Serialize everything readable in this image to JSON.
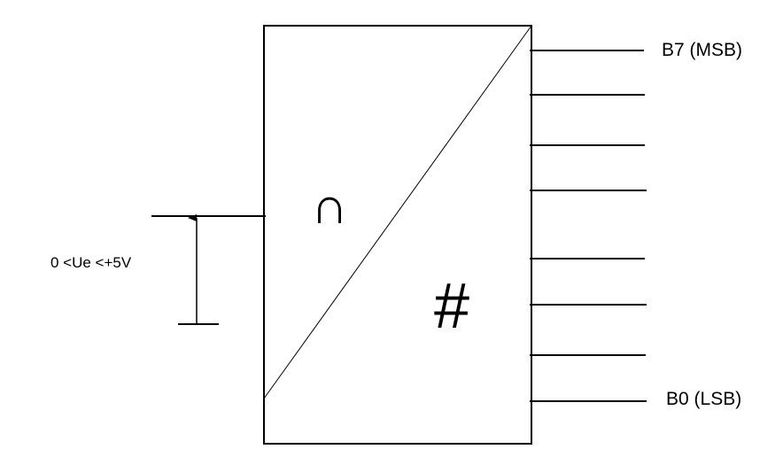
{
  "diagram": {
    "input_range_label": "0 <Ue <+5V",
    "analog_symbol": "∩",
    "digital_symbol": "#",
    "msb_label": "B7 (MSB)",
    "lsb_label": "B0 (LSB)",
    "output_bits": 8
  }
}
